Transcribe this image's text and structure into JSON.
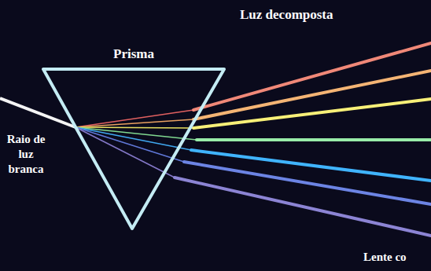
{
  "diagram": {
    "nodes": [
      {
        "text": [
          "Prisma"
        ]
      }
    ],
    "labels": [
      "Luz decomposta",
      "Raio de luz branca",
      "Lente co"
    ]
  }
}
